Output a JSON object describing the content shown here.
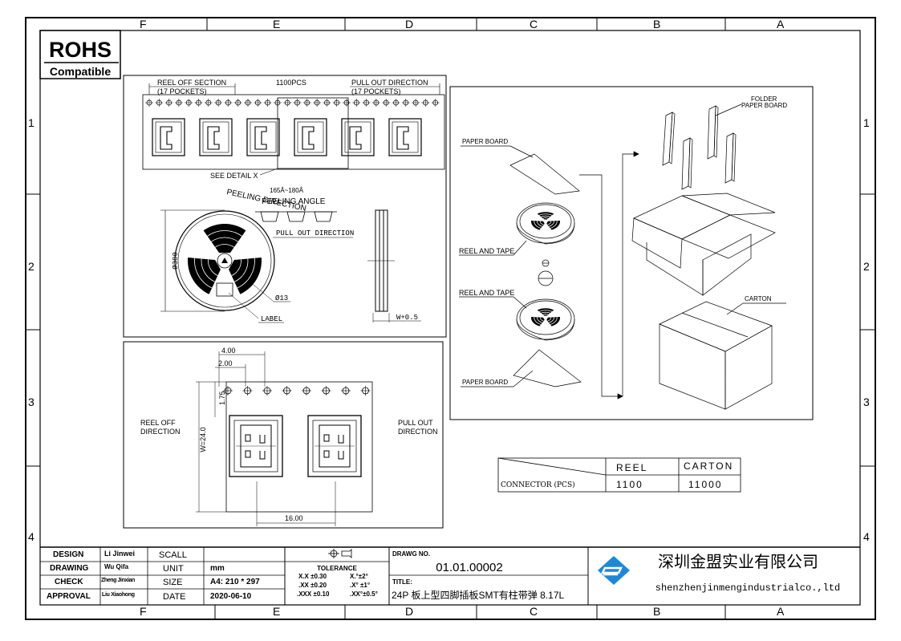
{
  "border": {
    "cols": [
      "F",
      "E",
      "D",
      "C",
      "B",
      "A"
    ],
    "rows": [
      "1",
      "2",
      "3",
      "4"
    ]
  },
  "rohs": {
    "title": "ROHS",
    "subtitle": "Compatible"
  },
  "tape_view": {
    "reel_off_section": "REEL OFF SECTION",
    "reel_off_pockets": "(17 POCKETS)",
    "pcs": "1100PCS",
    "pull_out": "PULL OUT DIRECTION",
    "pull_out_pockets": "(17 POCKETS)",
    "see_detail": "SEE DETAIL X"
  },
  "peel_view": {
    "angle": "165Â~180Â",
    "peeling_direction": "PEELING DIRECTION",
    "peeling_angle": "PEELING ANGLE",
    "pull_out": "PULL OUT DIRECTION",
    "diameter": "Ø380",
    "hub": "Ø13",
    "label": "LABEL",
    "width": "W+0.5"
  },
  "detail_view": {
    "dim_pitch": "4.00",
    "dim_half": "2.00",
    "dim_edge": "1.75",
    "dim_width": "W=24.0",
    "dim_pocket": "16.00",
    "reel_off": "REEL OFF",
    "reel_off2": "DIRECTION",
    "pull_out": "PULL OUT",
    "pull_out2": "DIRECTION"
  },
  "packing_view": {
    "folder": "FOLDER",
    "folder2": "PAPER BOARD",
    "paper_board_top": "PAPER BOARD",
    "reel_tape_1": "REEL AND TAPE",
    "reel_tape_2": "REEL AND TAPE",
    "paper_board_bottom": "PAPER BOARD",
    "carton": "CARTON"
  },
  "qty_table": {
    "headers": [
      "REEL",
      "CARTON"
    ],
    "row_label": "CONNECTOR  (PCS)",
    "values": [
      "1100",
      "11000"
    ]
  },
  "title_block": {
    "rows": [
      {
        "label": "DESIGN",
        "person": "Li Jinwei",
        "field": "SCALL",
        "value": ""
      },
      {
        "label": "DRAWING",
        "person": "Wu Qifa",
        "field": "UNIT",
        "value": "mm"
      },
      {
        "label": "CHECK",
        "person": "Zheng Jinxian",
        "field": "SIZE",
        "value": "A4: 210 * 297"
      },
      {
        "label": "APPROVAL",
        "person": "Liu Xiaohong",
        "field": "DATE",
        "value": "2020-06-10"
      }
    ],
    "tolerance_title": "TOLERANCE",
    "tolerance_rows": [
      {
        "a": "X.X  ±0.30",
        "b": "X.°±2°"
      },
      {
        "a": ".XX  ±0.20",
        "b": ".X° ±1°"
      },
      {
        "a": ".XXX  ±0.10",
        "b": ".XX°±0.5°"
      }
    ],
    "drawing_no_label": "DRAWG NO.",
    "drawing_no": "01.01.00002",
    "title_label": "TITLE:",
    "title": "24P 板上型四脚插板SMT有柱带弹 8.17L",
    "company_cn": "深圳金盟实业有限公司",
    "company_en": "shenzhenjinmengindustrialco.,ltd",
    "brand_color": "#1e88d6"
  }
}
